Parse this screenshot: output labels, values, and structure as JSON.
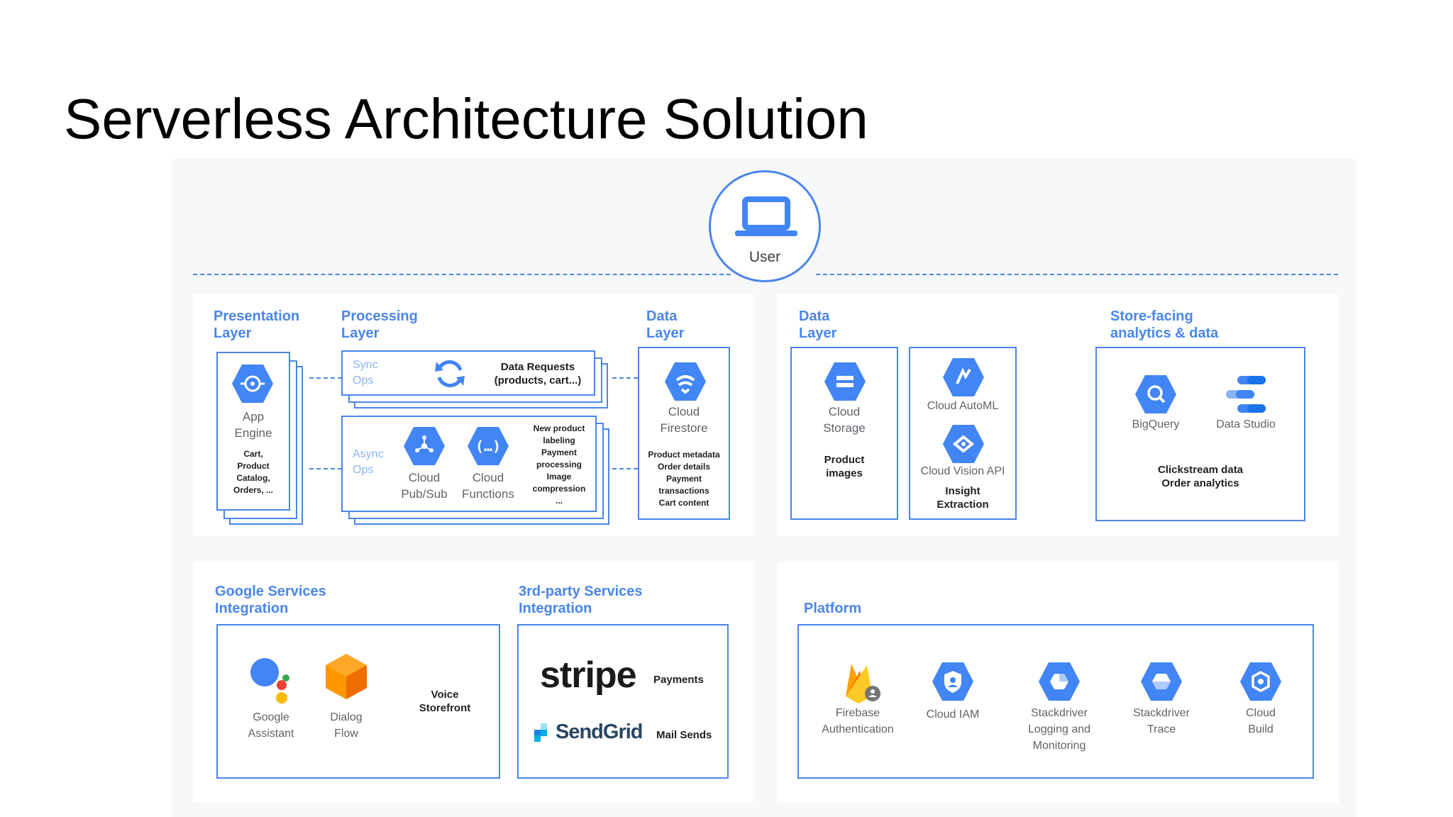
{
  "slide": {
    "title": "Serverless Architecture Solution"
  },
  "colors": {
    "accent": "#4a86e8",
    "panel_bg": "#f7f8fa",
    "icon_fill": "#4285f4"
  },
  "user": {
    "label": "User",
    "icon": "laptop-icon"
  },
  "sections": {
    "presentation": "Presentation\nLayer",
    "processing": "Processing\nLayer",
    "data_left": "Data\nLayer",
    "data_right": "Data\nLayer",
    "analytics": "Store-facing\nanalytics & data",
    "google_services": "Google Services\nIntegration",
    "third_party": "3rd-party Services\nIntegration",
    "platform": "Platform"
  },
  "app_engine": {
    "name": "App\nEngine",
    "desc": "Cart,\nProduct\nCatalog,\nOrders, ..."
  },
  "sync": {
    "ops": "Sync\nOps",
    "desc": "Data Requests\n(products, cart...)"
  },
  "async": {
    "ops": "Async\nOps",
    "pubsub": "Cloud\nPub/Sub",
    "functions": "Cloud\nFunctions",
    "desc": "New product\nlabeling\nPayment\nprocessing\nImage\ncompression\n..."
  },
  "firestore": {
    "name": "Cloud\nFirestore",
    "desc": "Product metadata\nOrder details\nPayment\ntransactions\nCart content"
  },
  "storage": {
    "name": "Cloud\nStorage",
    "desc": "Product\nimages"
  },
  "automl": {
    "name": "Cloud AutoML"
  },
  "vision": {
    "name": "Cloud Vision API",
    "desc": "Insight\nExtraction"
  },
  "analytics": {
    "bigquery": "BigQuery",
    "datastudio": "Data Studio",
    "desc": "Clickstream data\nOrder analytics"
  },
  "google": {
    "assistant": "Google\nAssistant",
    "dialogflow": "Dialog\nFlow",
    "desc": "Voice\nStorefront"
  },
  "thirdparty": {
    "stripe_logo": "stripe",
    "stripe_desc": "Payments",
    "sendgrid_logo": "SendGrid",
    "sendgrid_desc": "Mail Sends"
  },
  "platform_items": [
    {
      "name": "Firebase\nAuthentication",
      "icon": "firebase-icon"
    },
    {
      "name": "Cloud IAM",
      "icon": "iam-icon"
    },
    {
      "name": "Stackdriver\nLogging and\nMonitoring",
      "icon": "stackdriver-logging-icon"
    },
    {
      "name": "Stackdriver\nTrace",
      "icon": "stackdriver-trace-icon"
    },
    {
      "name": "Cloud\nBuild",
      "icon": "cloud-build-icon"
    }
  ]
}
